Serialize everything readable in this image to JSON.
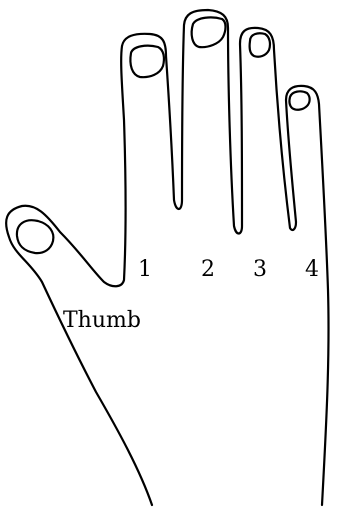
{
  "diagram": {
    "labels": {
      "thumb": "Thumb",
      "finger1": "1",
      "finger2": "2",
      "finger3": "3",
      "finger4": "4"
    },
    "colors": {
      "background": "#ffffff",
      "ink": "#000000"
    }
  }
}
